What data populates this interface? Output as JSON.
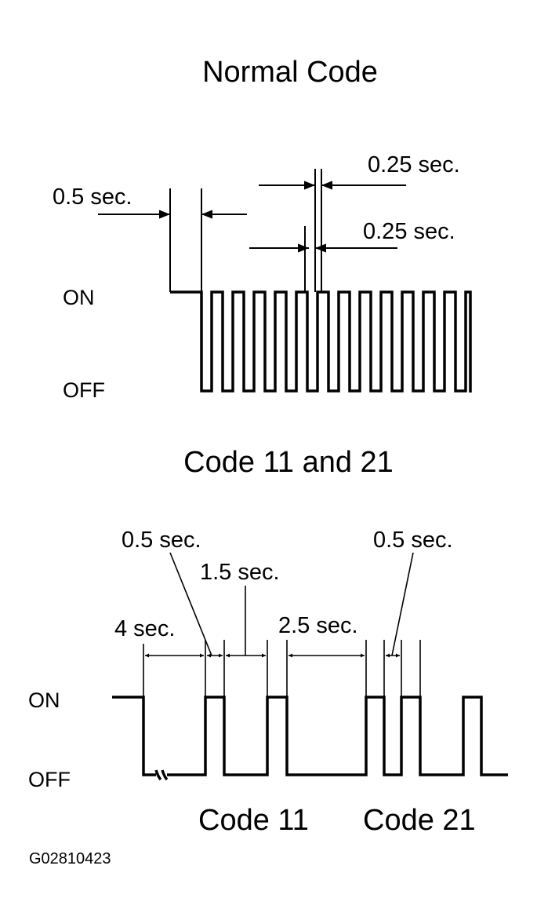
{
  "normal": {
    "title": "Normal Code",
    "dim_start": "0.5 sec.",
    "dim_on": "0.25 sec.",
    "dim_off": "0.25 sec.",
    "on_label": "ON",
    "off_label": "OFF"
  },
  "codes": {
    "title": "Code 11 and 21",
    "dim_pulse_1": "0.5 sec.",
    "dim_gap_1": "1.5 sec.",
    "dim_start": "4 sec.",
    "dim_gap_2": "2.5 sec.",
    "dim_pulse_2": "0.5 sec.",
    "on_label": "ON",
    "off_label": "OFF",
    "code_a": "Code 11",
    "code_b": "Code 21"
  },
  "figure_ref": "G02810423"
}
